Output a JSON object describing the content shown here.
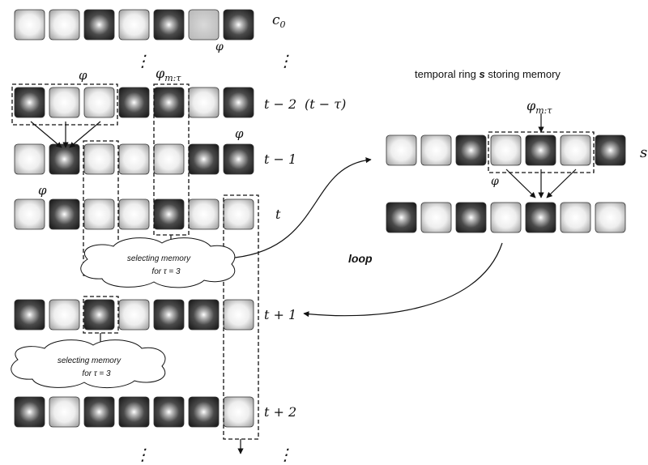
{
  "left_rows": [
    {
      "id": "c0",
      "cells": [
        "L",
        "L",
        "D",
        "L",
        "D",
        "F",
        "D"
      ],
      "label": "c_0"
    },
    {
      "id": "t-2",
      "cells": [
        "D",
        "L",
        "L",
        "D",
        "D",
        "L",
        "D"
      ],
      "label": "t − 2",
      "extra": "(t − τ)"
    },
    {
      "id": "t-1",
      "cells": [
        "L",
        "D",
        "L",
        "L",
        "L",
        "D",
        "D"
      ],
      "label": "t − 1"
    },
    {
      "id": "t",
      "cells": [
        "L",
        "D",
        "L",
        "L",
        "D",
        "L",
        "L"
      ],
      "label": "t"
    },
    {
      "id": "t+1",
      "cells": [
        "D",
        "L",
        "D",
        "L",
        "D",
        "D",
        "L"
      ],
      "label": "t + 1"
    },
    {
      "id": "t+2",
      "cells": [
        "D",
        "L",
        "D",
        "D",
        "D",
        "D",
        "L"
      ],
      "label": "t + 2"
    }
  ],
  "right_rows": [
    {
      "id": "s",
      "cells": [
        "L",
        "L",
        "D",
        "L",
        "D",
        "L",
        "D"
      ],
      "label": "s"
    },
    {
      "id": "s2",
      "cells": [
        "D",
        "L",
        "D",
        "L",
        "D",
        "L",
        "L"
      ],
      "label": ""
    }
  ],
  "labels": {
    "phi": "φ",
    "phi_m_tau": "φ",
    "phi_sub": "m:τ",
    "ring_title_pre": "temporal ring ",
    "ring_title_s": "s",
    "ring_title_post": " storing memory",
    "loop": "loop",
    "vdots": "⋮"
  },
  "clouds": [
    {
      "line1": "selecting memory",
      "line2": "for τ = 3"
    },
    {
      "line1": "selecting memory",
      "line2": "for τ = 3"
    }
  ],
  "colors": {
    "light_cell": "#d8d8d8",
    "dark_cell": "#3a3a3a",
    "frame": "#111111"
  }
}
